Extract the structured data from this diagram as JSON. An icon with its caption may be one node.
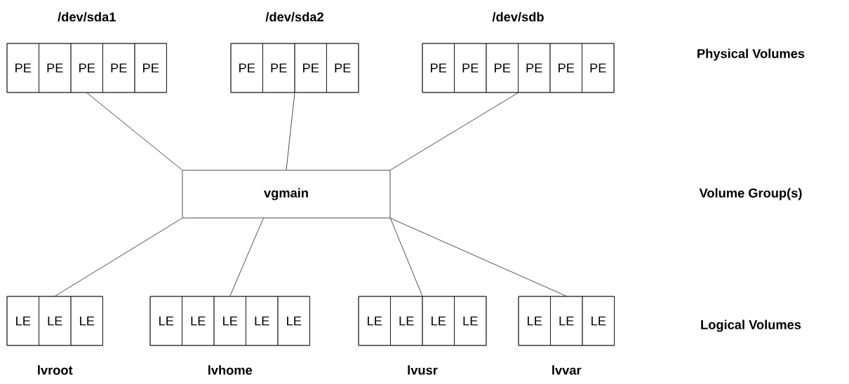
{
  "diagram": {
    "nodes": [
      {
        "text": [
          "/dev/sda1"
        ]
      },
      {
        "text": [
          "PE"
        ],
        "in": 0
      },
      {
        "text": [
          "PE"
        ],
        "in": 0
      },
      {
        "text": [
          "PE"
        ],
        "in": 0
      },
      {
        "text": [
          "PE"
        ],
        "in": 0
      },
      {
        "text": [
          "PE"
        ],
        "in": 0
      },
      {
        "text": [
          "/dev/sda2"
        ]
      },
      {
        "text": [
          "PE"
        ],
        "in": 6
      },
      {
        "text": [
          "PE"
        ],
        "in": 6
      },
      {
        "text": [
          "PE"
        ],
        "in": 6
      },
      {
        "text": [
          "PE"
        ],
        "in": 6
      },
      {
        "text": [
          "/dev/sdb"
        ]
      },
      {
        "text": [
          "PE"
        ],
        "in": 11
      },
      {
        "text": [
          "PE"
        ],
        "in": 11
      },
      {
        "text": [
          "PE"
        ],
        "in": 11
      },
      {
        "text": [
          "PE"
        ],
        "in": 11
      },
      {
        "text": [
          "PE"
        ],
        "in": 11
      },
      {
        "text": [
          "PE"
        ],
        "in": 11
      },
      {
        "text": [
          "vgmain"
        ]
      },
      {
        "text": [
          "lvroot"
        ]
      },
      {
        "text": [
          "LE"
        ],
        "in": 19
      },
      {
        "text": [
          "LE"
        ],
        "in": 19
      },
      {
        "text": [
          "LE"
        ],
        "in": 19
      },
      {
        "text": [
          "lvhome"
        ]
      },
      {
        "text": [
          "LE"
        ],
        "in": 23
      },
      {
        "text": [
          "LE"
        ],
        "in": 23
      },
      {
        "text": [
          "LE"
        ],
        "in": 23
      },
      {
        "text": [
          "LE"
        ],
        "in": 23
      },
      {
        "text": [
          "LE"
        ],
        "in": 23
      },
      {
        "text": [
          "lvusr"
        ]
      },
      {
        "text": [
          "LE"
        ],
        "in": 29
      },
      {
        "text": [
          "LE"
        ],
        "in": 29
      },
      {
        "text": [
          "LE"
        ],
        "in": 29
      },
      {
        "text": [
          "LE"
        ],
        "in": 29
      },
      {
        "text": [
          "lvvar"
        ]
      },
      {
        "text": [
          "LE"
        ],
        "in": 34
      },
      {
        "text": [
          "LE"
        ],
        "in": 34
      },
      {
        "text": [
          "LE"
        ],
        "in": 34
      }
    ],
    "edges": [
      {
        "from": 0,
        "to": 18,
        "arrow": "none"
      },
      {
        "from": 6,
        "to": 18,
        "arrow": "none"
      },
      {
        "from": 11,
        "to": 18,
        "arrow": "none"
      },
      {
        "from": 18,
        "to": 19,
        "arrow": "none"
      },
      {
        "from": 18,
        "to": 23,
        "arrow": "none"
      },
      {
        "from": 18,
        "to": 29,
        "arrow": "none"
      },
      {
        "from": 18,
        "to": 34,
        "arrow": "none"
      }
    ],
    "labels": [
      "Physical Volumes",
      "Volume Group(s)",
      "Logical Volumes"
    ]
  }
}
